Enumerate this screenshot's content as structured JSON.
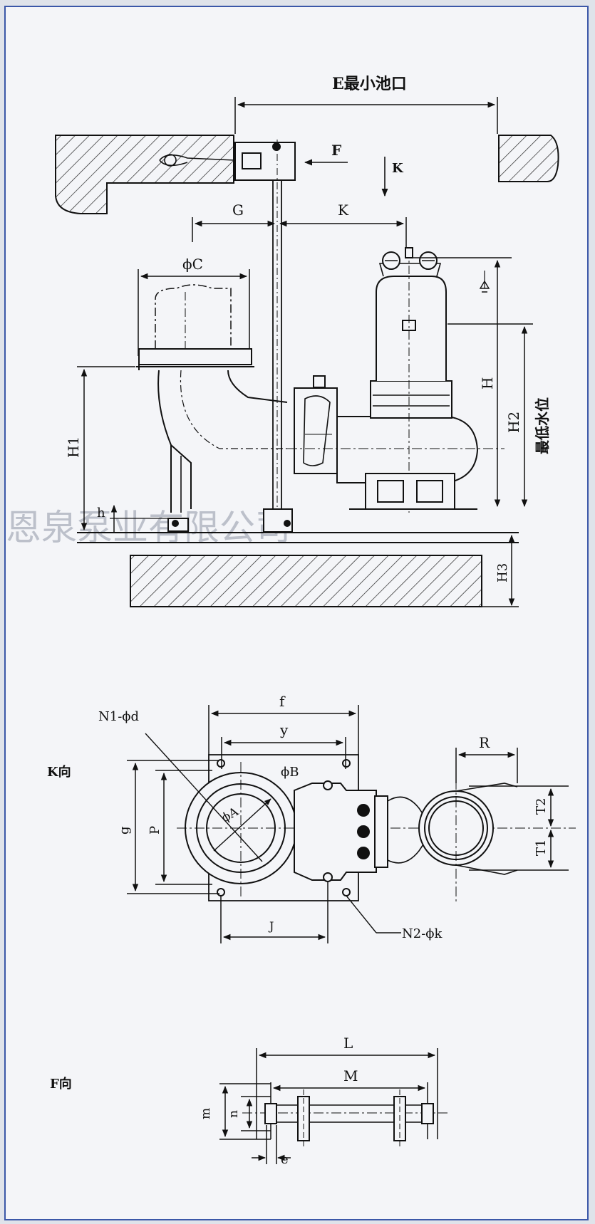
{
  "watermark": "恩泉泵业有限公司",
  "colors": {
    "frame": "#3b57a8",
    "ink": "#111111",
    "paper": "#f4f5f8"
  },
  "section_main": {
    "label_E": "E最小池口",
    "label_F": "F",
    "label_K_arrow": "K",
    "label_G": "G",
    "label_K": "K",
    "label_phiC": "ϕC",
    "label_H": "H",
    "label_H1": "H1",
    "label_H2": "H2",
    "label_H3": "H3",
    "label_h": "h",
    "label_min_level": "最低水位"
  },
  "section_k": {
    "title": "K向",
    "label_N1": "N1-ϕd",
    "label_f": "f",
    "label_y": "y",
    "label_phiB": "ϕB",
    "label_phiA": "ϕA",
    "label_g": "g",
    "label_P": "P",
    "label_J": "J",
    "label_N2": "N2-ϕk",
    "label_R": "R",
    "label_T2": "T2",
    "label_T1": "T1"
  },
  "section_f": {
    "title": "F向",
    "label_L": "L",
    "label_M": "M",
    "label_m": "m",
    "label_n": "n",
    "label_e": "e"
  }
}
